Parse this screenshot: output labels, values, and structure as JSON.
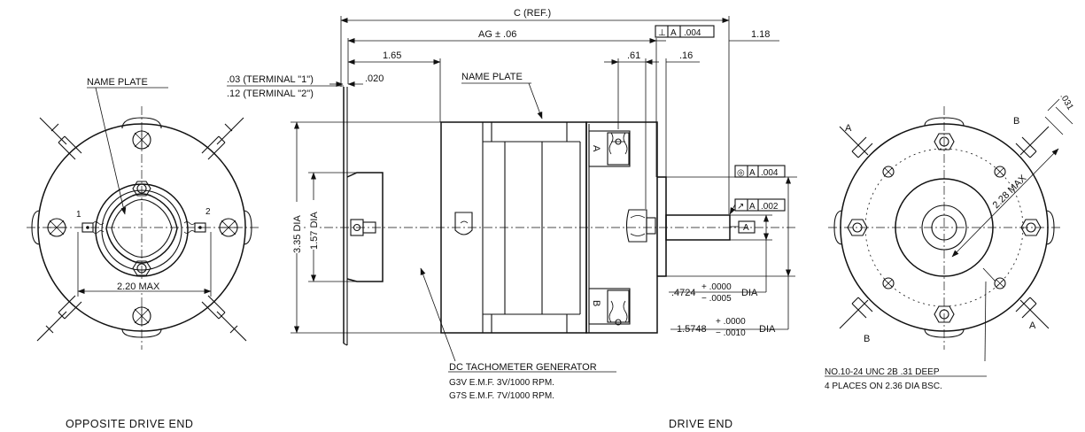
{
  "views": {
    "left_title": "OPPOSITE DRIVE END",
    "right_title": "DRIVE END"
  },
  "labels": {
    "name_plate_left": "NAME PLATE",
    "name_plate_side": "NAME PLATE",
    "terminal_1": ".03 (TERMINAL \"1\")",
    "terminal_2": ".12 (TERMINAL \"2\")",
    "term_num_1": "1",
    "term_num_2": "2",
    "datum_a_top": "A",
    "datum_b_bottom": "B",
    "datum_a_ref": "A",
    "right_a_upper": "A",
    "right_a_lower": "A",
    "right_b_upper": "B",
    "right_b_lower": "B"
  },
  "dimensions": {
    "c_ref": "C (REF.)",
    "ag": "AG ± .06",
    "d_118": "1.18",
    "d_165": "1.65",
    "d_061": ".61",
    "d_016": ".16",
    "d_020": ".020",
    "d_335": "3.35 DIA",
    "d_157": "1.57 DIA",
    "d_220": "2.20 MAX",
    "d_228": "2.28 MAX",
    "d_031": ".031",
    "shaft_dia_value": ".4724",
    "shaft_dia_tol_plus": "+ .0000",
    "shaft_dia_tol_minus": "− .0005",
    "shaft_dia_suffix": "DIA",
    "pilot_dia_value": "1.5748",
    "pilot_dia_tol_plus": "+ .0000",
    "pilot_dia_tol_minus": "− .0010",
    "pilot_dia_suffix": "DIA"
  },
  "tolerances": {
    "perp_symbol": "⊥",
    "perp_datum": "A",
    "perp_value": ".004",
    "circ_symbol": "◎",
    "circ_datum": "A",
    "circ_value": ".004",
    "runout_symbol": "↗",
    "runout_datum": "A",
    "runout_value": ".002"
  },
  "notes": {
    "tach_title": "DC TACHOMETER GENERATOR",
    "tach_g3v": "G3V E.M.F. 3V/1000 RPM.",
    "tach_g7s": "G7S E.M.F. 7V/1000 RPM.",
    "thread_line1": "NO.10-24 UNC 2B .31 DEEP",
    "thread_line2": "4 PLACES ON 2.36 DIA BSC."
  }
}
